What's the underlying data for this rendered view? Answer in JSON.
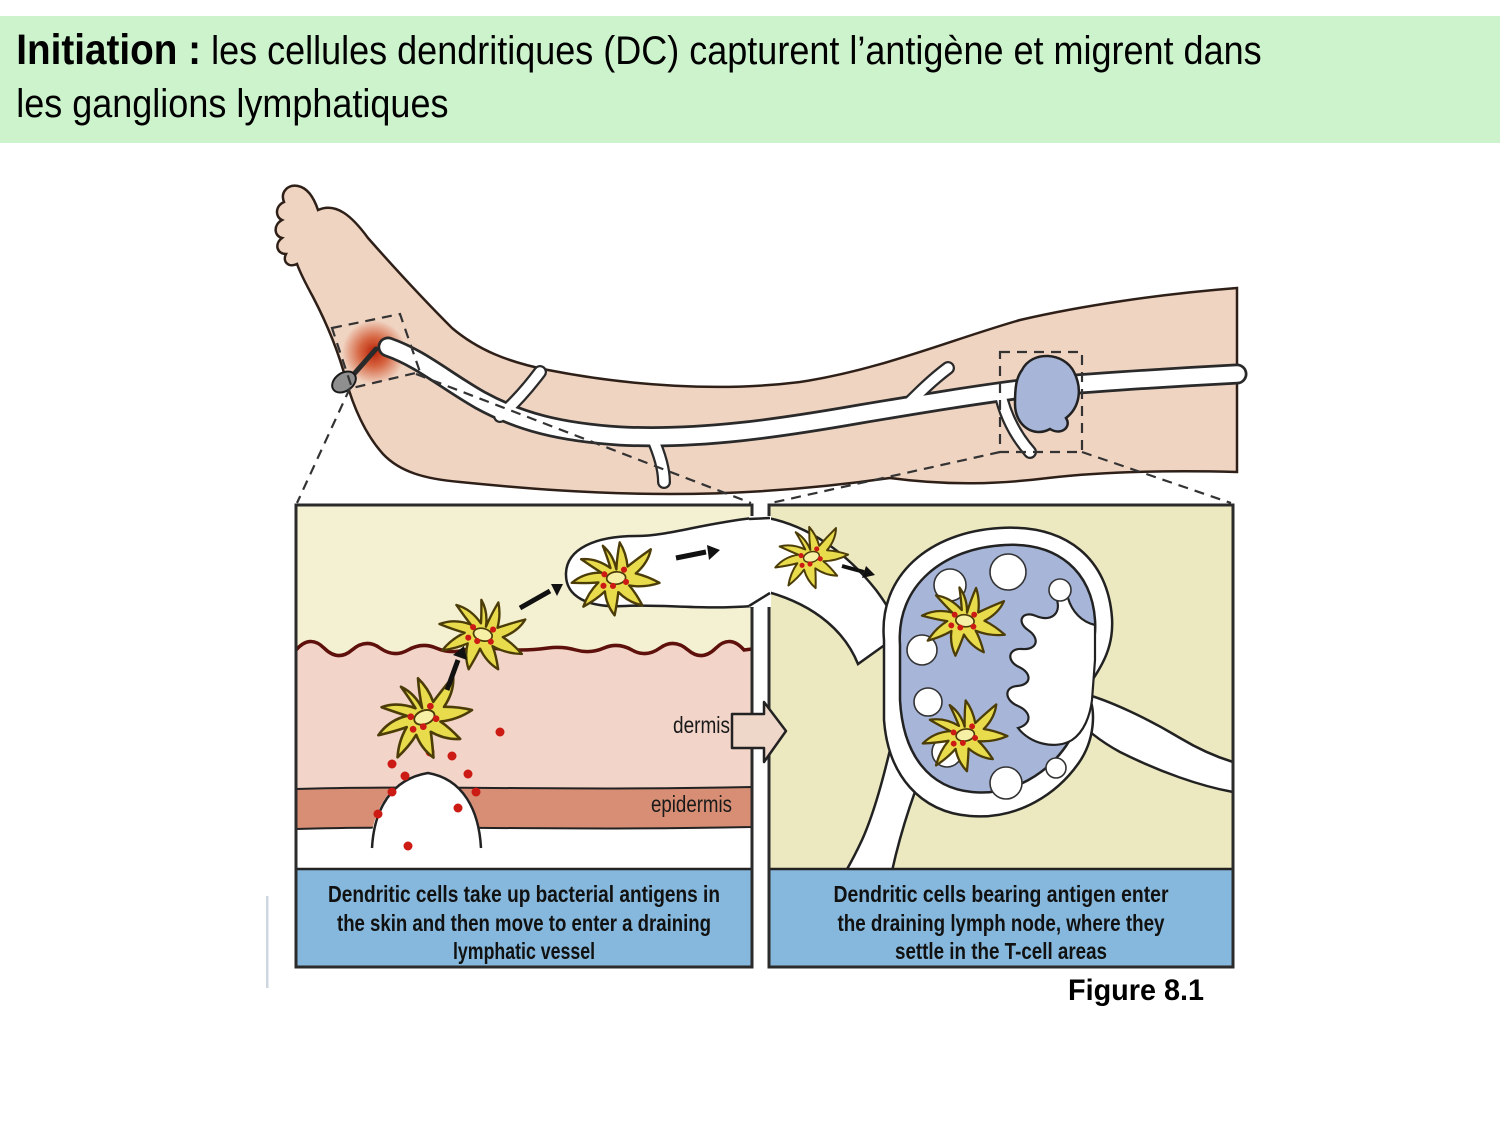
{
  "slide": {
    "title": {
      "bold": "Initiation :",
      "line1_rest": " les cellules dendritiques (DC) capturent l’antigène et migrent dans",
      "line2": "les ganglions lymphatiques"
    }
  },
  "figure": {
    "left_panel": {
      "dermis_label": "dermis",
      "epidermis_label": "epidermis",
      "caption_lines": [
        "Dendritic cells take up bacterial antigens in",
        "the skin and then move to enter a draining",
        "lymphatic vessel"
      ]
    },
    "right_panel": {
      "caption_lines": [
        "Dendritic cells bearing antigen enter",
        "the draining lymph node, where they",
        "settle in the T-cell areas"
      ]
    },
    "figure_label": "Figure 8.1"
  },
  "colors": {
    "banner_green": "#cdf3cd",
    "caption_blue": "#85b8dc",
    "lymph_node_blue": "#a7b5d8",
    "skin": "#f0d4c2",
    "dermis_pink": "#f2d4c9",
    "epidermis_salmon": "#d88e74",
    "cream_left": "#f4f0d2",
    "cream_right": "#ece8bf",
    "cell_yellow": "#e8dc4c",
    "antigen_red": "#cc1a14"
  }
}
